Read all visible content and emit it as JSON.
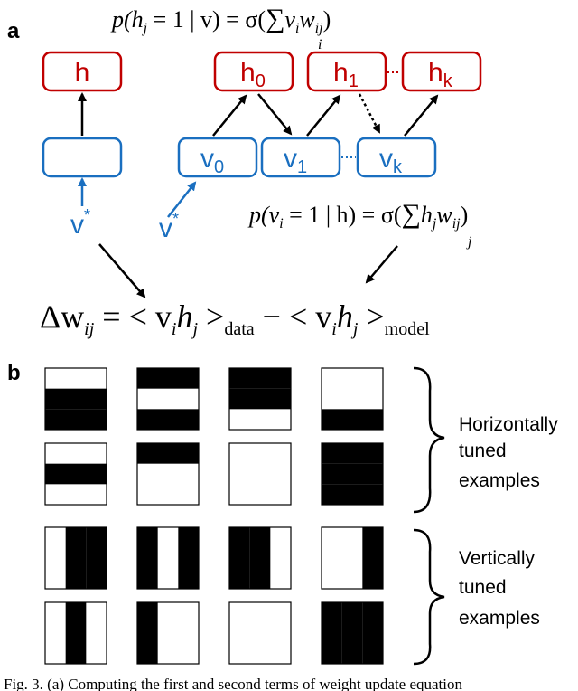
{
  "panel_a": {
    "label": "a",
    "eq_hidden": {
      "lhs": "p(h",
      "lhs_sub": "j",
      "mid": " = 1 | v) = σ(",
      "sigma": "∑",
      "sigma_sub": "i",
      "term": "v",
      "term_sub_i": "i",
      "w": "w",
      "w_sub": "ij",
      "close": ")"
    },
    "eq_visible": {
      "lhs": "p(v",
      "lhs_sub": "i",
      "mid": " = 1 | h) = σ(",
      "sigma": "∑",
      "sigma_sub": "j",
      "term": "h",
      "term_sub": "j",
      "w": "w",
      "w_sub": "ij",
      "close": ")"
    },
    "left_chain": {
      "hidden_label": "h",
      "visible_label": "",
      "input_label": "v",
      "input_sup": "*"
    },
    "right_chain": {
      "hidden": [
        {
          "base": "h",
          "sub": "0"
        },
        {
          "base": "h",
          "sub": "1"
        },
        {
          "base": "h",
          "sub": "k"
        }
      ],
      "visible": [
        {
          "base": "v",
          "sub": "0"
        },
        {
          "base": "v",
          "sub": "1"
        },
        {
          "base": "v",
          "sub": "k"
        }
      ],
      "input_label": "v",
      "input_sup": "*"
    },
    "update_eq": {
      "delta": "Δw",
      "delta_sub": "ij",
      "eq": " = < v",
      "vi_sub": "i",
      "h": "h",
      "hj_sub": "j",
      "close1": " >",
      "data_sub": "data",
      "minus": " − < v",
      "vi_sub2": "i",
      "h2": "h",
      "hj_sub2": "j",
      "close2": " >",
      "model_sub": "model"
    }
  },
  "panel_b": {
    "label": "b",
    "horizontal_label": [
      "Horizontally",
      "tuned",
      "examples"
    ],
    "vertical_label": [
      "Vertically",
      "tuned",
      "examples"
    ],
    "grid_rows": [
      [
        {
          "orientation": "h",
          "bands": [
            0,
            1,
            1
          ]
        },
        {
          "orientation": "h",
          "bands": [
            1,
            0,
            1
          ]
        },
        {
          "orientation": "h",
          "bands": [
            1,
            1,
            0
          ]
        },
        {
          "orientation": "h",
          "bands": [
            0,
            0,
            1
          ]
        }
      ],
      [
        {
          "orientation": "h",
          "bands": [
            0,
            1,
            0
          ]
        },
        {
          "orientation": "h",
          "bands": [
            1,
            0,
            0
          ]
        },
        {
          "orientation": "h",
          "bands": [
            0,
            0,
            0
          ]
        },
        {
          "orientation": "h",
          "bands": [
            1,
            1,
            1
          ]
        }
      ],
      [
        {
          "orientation": "v",
          "bands": [
            0,
            1,
            1
          ]
        },
        {
          "orientation": "v",
          "bands": [
            1,
            0,
            1
          ]
        },
        {
          "orientation": "v",
          "bands": [
            1,
            1,
            0
          ]
        },
        {
          "orientation": "v",
          "bands": [
            0,
            0,
            1
          ]
        }
      ],
      [
        {
          "orientation": "v",
          "bands": [
            0,
            1,
            0
          ]
        },
        {
          "orientation": "v",
          "bands": [
            1,
            0,
            0
          ]
        },
        {
          "orientation": "v",
          "bands": [
            0,
            0,
            0
          ]
        },
        {
          "orientation": "v",
          "bands": [
            1,
            1,
            1
          ]
        }
      ]
    ]
  },
  "caption": "Fig. 3.   (a) Computing the first and second terms of weight update equation",
  "colors": {
    "hidden": "#c00000",
    "visible": "#1a6fc0",
    "ink": "#000000"
  }
}
